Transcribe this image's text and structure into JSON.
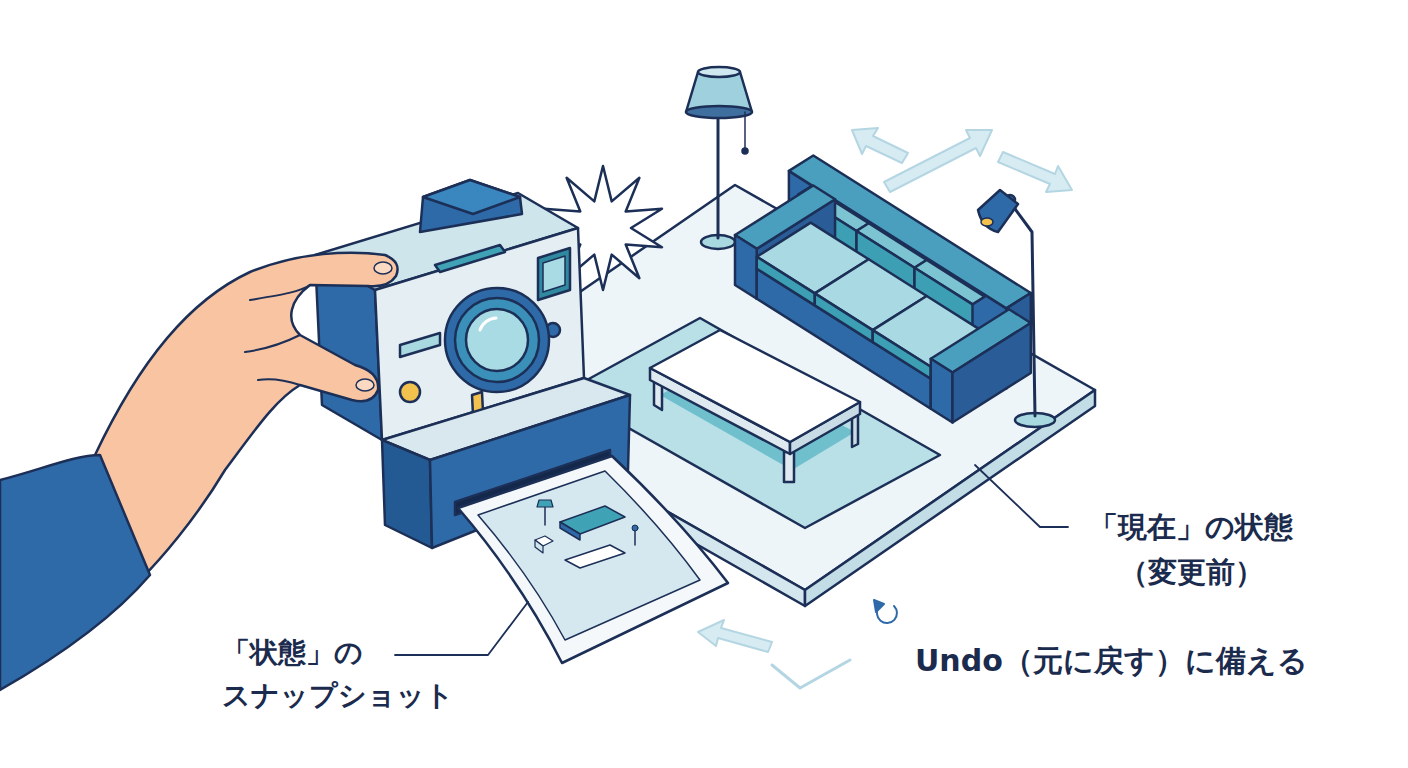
{
  "diagram": {
    "labels": [
      "「現在」の状態 （変更前）",
      "「状態」の スナップショット",
      "Undo（元に戻す）に備える"
    ]
  }
}
